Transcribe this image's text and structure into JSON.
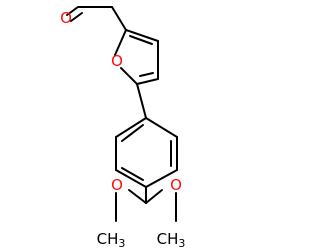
{
  "molecule": {
    "labels": {
      "aldehyde_oxygen": "O",
      "furan_oxygen": "O",
      "methoxy_oxygen_left": "O",
      "methoxy_oxygen_right": "O",
      "methyl_left_main": "CH",
      "methyl_left_sub": "3",
      "methyl_right_main": "CH",
      "methyl_right_sub": "3"
    },
    "colors": {
      "bond": "#000000",
      "oxygen": "#ff0d0d"
    }
  }
}
